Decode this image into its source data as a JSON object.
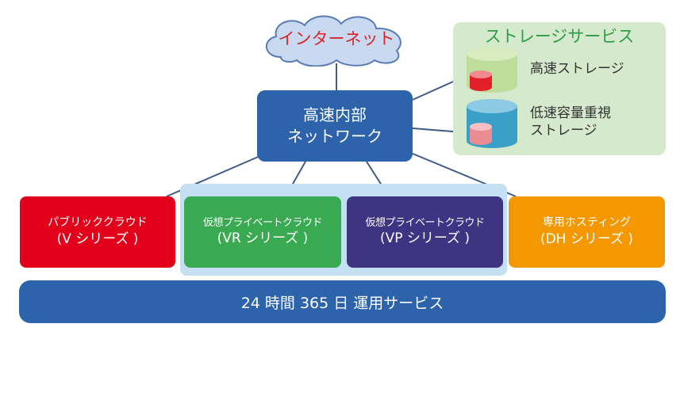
{
  "internet": {
    "label": "インターネット"
  },
  "core": {
    "line1": "高速内部",
    "line2": "ネットワーク"
  },
  "storage": {
    "title": "ストレージサービス",
    "fast": {
      "label": "高速ストレージ"
    },
    "slow": {
      "line1": "低速容量重視",
      "line2": "ストレージ"
    }
  },
  "services": [
    {
      "name": "パブリッククラウド",
      "series": "(V シリーズ )",
      "color": "#e2001a"
    },
    {
      "name": "仮想プライベートクラウド",
      "series": "(VR シリーズ )",
      "color": "#3aaa52"
    },
    {
      "name": "仮想プライベートクラウド",
      "series": "(VP シリーズ )",
      "color": "#3f3483"
    },
    {
      "name": "専用ホスティング",
      "series": "(DH シリーズ )",
      "color": "#f39800"
    }
  ],
  "ops": {
    "label": "24 時間 365 日 運用サービス"
  },
  "colors": {
    "network": "#2c63ab",
    "storage_panel": "#d5e9cc",
    "private_group": "#c5dff3",
    "cloud_fill": "#c9d9ef"
  }
}
